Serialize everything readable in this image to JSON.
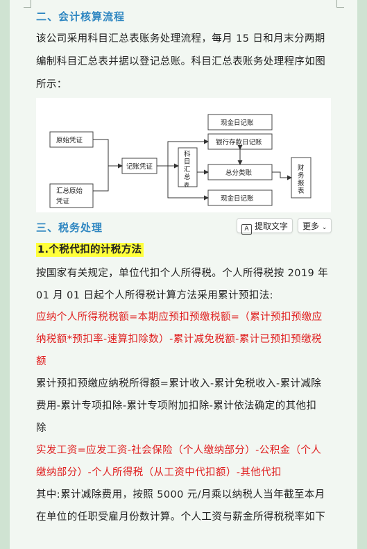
{
  "section2": {
    "heading": "二、会计核算流程",
    "para": [
      "该公司采用科目汇总表账务处理流程，每月 15 日和月末分两期",
      "编制科目汇总表并据以登记总账。科目汇总表账务处理程序如图",
      "所示："
    ]
  },
  "diagram": {
    "yuanshi": "原始凭证",
    "huizong": [
      "汇总原始",
      "凭证"
    ],
    "jizhang": "记账凭证",
    "kemu": [
      "科",
      "目",
      "汇",
      "总",
      "表"
    ],
    "xianjin_top": "现金日记账",
    "yinhang": "银行存款日记账",
    "zongfen": "总分类账",
    "xianjin_bottom": "现金日记账",
    "caiwu": [
      "财",
      "务",
      "报",
      "表"
    ]
  },
  "toolbar": {
    "extract_label": "提取文字",
    "more_label": "更多",
    "extract_icon": "A"
  },
  "section3": {
    "heading": "三、税务处理",
    "subheading": "1.个税代扣的计税方法",
    "lines": [
      "按国家有关规定，单位代扣个人所得税。个人所得税按 2019 年",
      "01 月 01 日起个人所得税计算方法采用累计预扣法:",
      "应纳个人所得税税额=本期应预扣预缴税额=（累计预扣预缴应",
      "纳税额*预扣率-速算扣除数）-累计减免税额-累计已预扣预缴税",
      "额",
      "累计预扣预缴应纳税所得额=累计收入-累计免税收入-累计减除",
      "费用-累计专项扣除-累计专项附加扣除-累计依法确定的其他扣",
      "除",
      "实发工资=应发工资-社会保险（个人缴纳部分）-公积金（个人",
      "缴纳部分）-个人所得税（从工资中代扣额）-其他代扣",
      "其中:累计减除费用，按照 5000 元/月乘以纳税人当年截至本月",
      "在单位的任职受雇月份数计算。个人工资与薪金所得税税率如下"
    ]
  }
}
